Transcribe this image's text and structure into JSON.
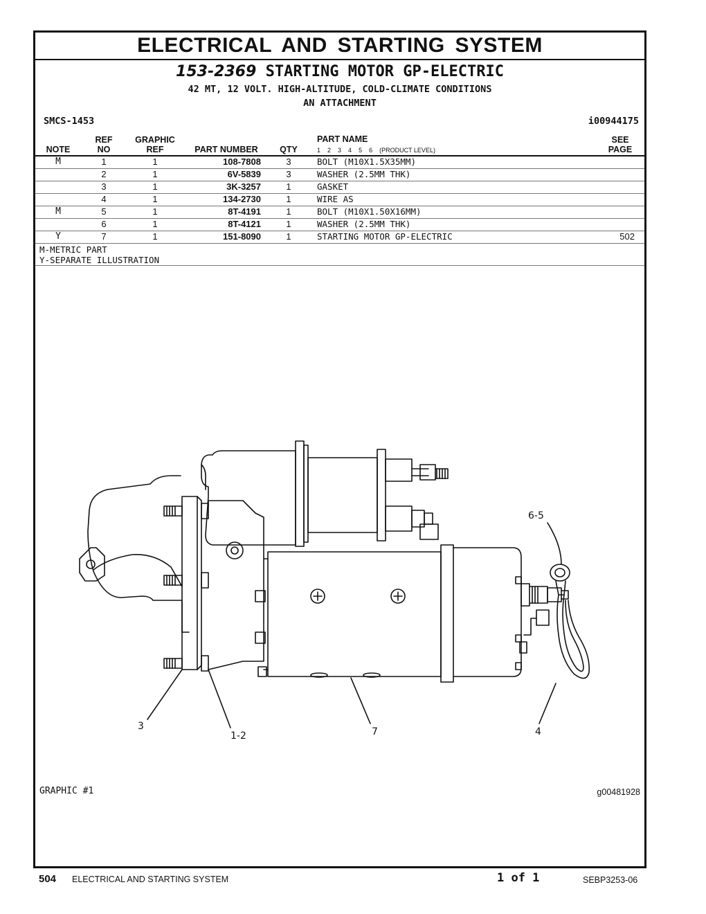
{
  "header": {
    "section_title": "ELECTRICAL AND STARTING SYSTEM",
    "part_number": "153-2369",
    "part_title": "STARTING MOTOR GP-ELECTRIC",
    "subtitle1": "42 MT, 12 VOLT. HIGH-ALTITUDE, COLD-CLIMATE CONDITIONS",
    "subtitle2": "AN ATTACHMENT",
    "smcs": "SMCS-1453",
    "ident": "i00944175"
  },
  "columns": {
    "note": "NOTE",
    "ref_top": "REF",
    "ref_bottom": "NO",
    "graphic_top": "GRAPHIC",
    "graphic_bottom": "REF",
    "part_number": "PART NUMBER",
    "qty": "QTY",
    "part_name": "PART NAME",
    "levels": [
      "1",
      "2",
      "3",
      "4",
      "5",
      "6"
    ],
    "levels_label": "(PRODUCT LEVEL)",
    "see_top": "SEE",
    "see_bottom": "PAGE"
  },
  "parts": [
    {
      "note": "M",
      "ref": "1",
      "graphic": "1",
      "part": "108-7808",
      "qty": "3",
      "name": "BOLT (M10X1.5X35MM)",
      "see": ""
    },
    {
      "note": "",
      "ref": "2",
      "graphic": "1",
      "part": "6V-5839",
      "qty": "3",
      "name": "WASHER (2.5MM THK)",
      "see": ""
    },
    {
      "note": "",
      "ref": "3",
      "graphic": "1",
      "part": "3K-3257",
      "qty": "1",
      "name": "GASKET",
      "see": ""
    },
    {
      "note": "",
      "ref": "4",
      "graphic": "1",
      "part": "134-2730",
      "qty": "1",
      "name": "WIRE AS",
      "see": ""
    },
    {
      "note": "M",
      "ref": "5",
      "graphic": "1",
      "part": "8T-4191",
      "qty": "1",
      "name": "BOLT (M10X1.50X16MM)",
      "see": ""
    },
    {
      "note": "",
      "ref": "6",
      "graphic": "1",
      "part": "8T-4121",
      "qty": "1",
      "name": "WASHER (2.5MM THK)",
      "see": ""
    },
    {
      "note": "Y",
      "ref": "7",
      "graphic": "1",
      "part": "151-8090",
      "qty": "1",
      "name": "STARTING MOTOR GP-ELECTRIC",
      "see": "502"
    }
  ],
  "notes": [
    "M-METRIC PART",
    "Y-SEPARATE ILLUSTRATION"
  ],
  "drawing": {
    "callouts": [
      "6-5",
      "3",
      "1-2",
      "7",
      "4"
    ],
    "graphic_label": "GRAPHIC #1",
    "graphic_id": "g00481928"
  },
  "footer": {
    "page": "504",
    "section": "ELECTRICAL AND STARTING SYSTEM",
    "count": "1 of 1",
    "doc": "SEBP3253-06"
  }
}
